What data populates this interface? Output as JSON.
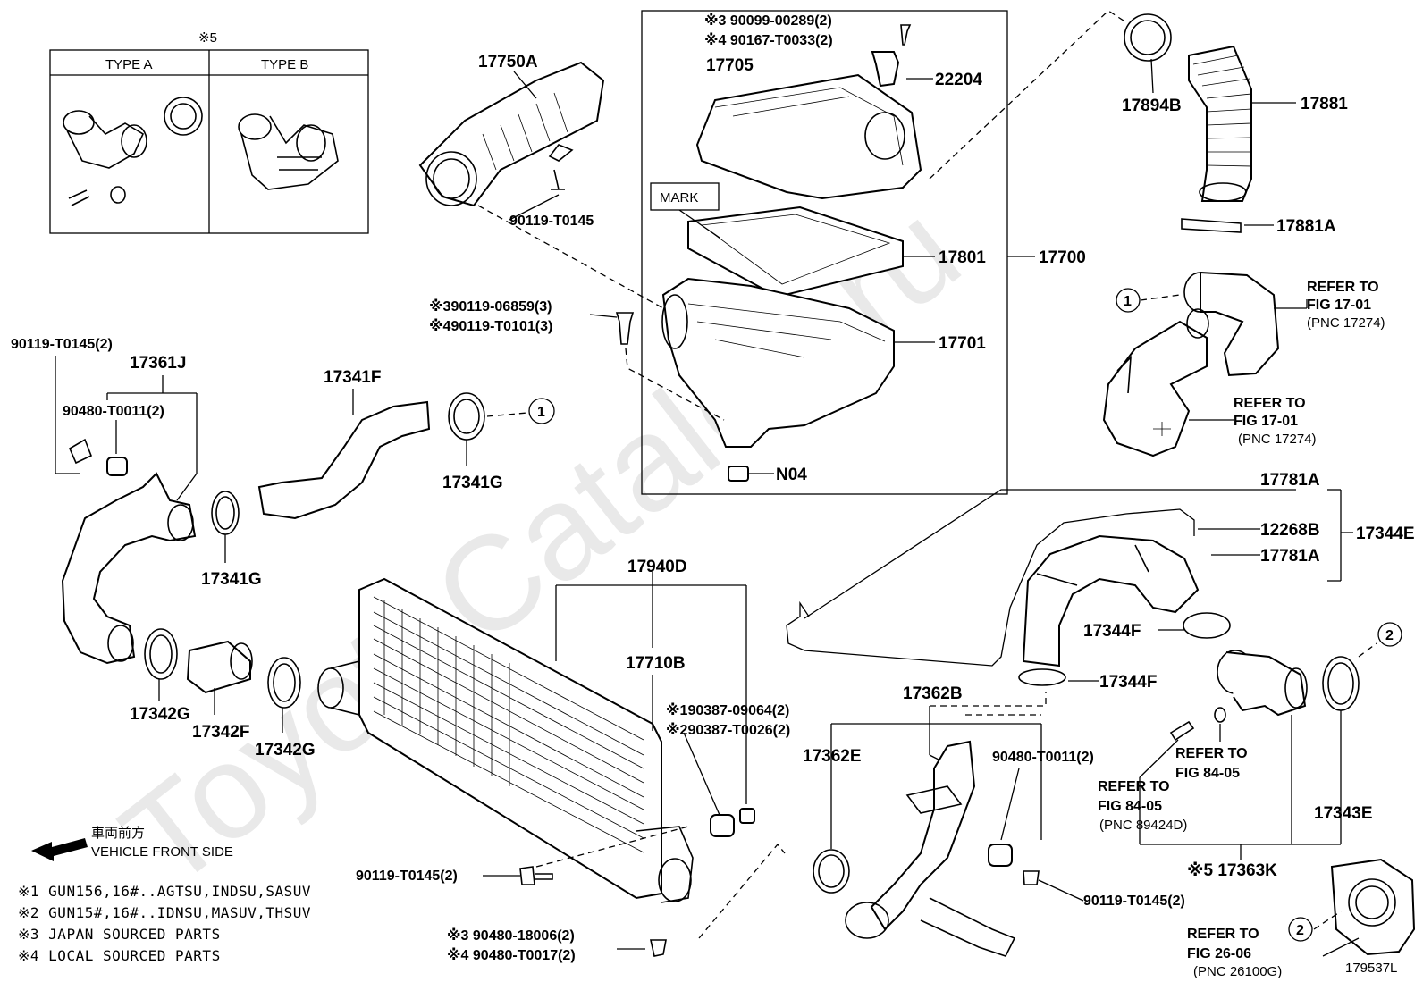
{
  "figure_code": "179537L",
  "type_table": {
    "header_mark": "※5",
    "type_a": "TYPE A",
    "type_b": "TYPE B"
  },
  "parts": {
    "p17750A": "17750A",
    "p90119_T0145_top": "90119-T0145",
    "p17705": "17705",
    "p90099_00289": "※3 90099-00289(2)",
    "p90167_T0033": "※4 90167-T0033(2)",
    "p22204": "22204",
    "mark": "MARK",
    "p17801": "17801",
    "p17700": "17700",
    "p17701": "17701",
    "pN04": "N04",
    "p90119_06859": "※390119-06859(3)",
    "p90119_T0101": "※490119-T0101(3)",
    "p17894B": "17894B",
    "p17881": "17881",
    "p17881A": "17881A",
    "refer_1701_a": "REFER TO",
    "refer_1701_a2": "FIG 17-01",
    "refer_1701_a3": "(PNC 17274)",
    "refer_1701_b": "REFER TO",
    "refer_1701_b2": "FIG 17-01",
    "refer_1701_b3": "(PNC 17274)",
    "p90119_T0145_2_left": "90119-T0145(2)",
    "p17361J": "17361J",
    "p90480_T0011_left": "90480-T0011(2)",
    "p17341F": "17341F",
    "p17341G_a": "17341G",
    "p17341G_b": "17341G",
    "p17781A_a": "17781A",
    "p12268B": "12268B",
    "p17344E": "17344E",
    "p17781A_b": "17781A",
    "p17940D": "17940D",
    "p17710B": "17710B",
    "p90387_09064": "※190387-09064(2)",
    "p90387_T0026": "※290387-T0026(2)",
    "p17344F_a": "17344F",
    "p17344F_b": "17344F",
    "p17362B": "17362B",
    "p17362E": "17362E",
    "p90480_T0011_right": "90480-T0011(2)",
    "p17342G_a": "17342G",
    "p17342F": "17342F",
    "p17342G_b": "17342G",
    "refer_8405_a": "REFER TO",
    "refer_8405_a2": "FIG 84-05",
    "refer_8405_b": "REFER TO",
    "refer_8405_b2": "FIG 84-05",
    "refer_8405_b3": "(PNC 89424D)",
    "p17343E": "17343E",
    "p17363K": "※5 17363K",
    "p90119_T0145_2_bot": "90119-T0145(2)",
    "p90119_T0145_2_right": "90119-T0145(2)",
    "p90480_18006": "※3 90480-18006(2)",
    "p90480_T0017": "※4 90480-T0017(2)",
    "refer_2606": "REFER TO",
    "refer_2606_2": "FIG 26-06",
    "refer_2606_3": "(PNC 26100G)"
  },
  "circle_refs": {
    "c1": "1",
    "c2": "2"
  },
  "front": {
    "jp": "車両前方",
    "en": "VEHICLE FRONT SIDE"
  },
  "notes": [
    "※1 GUN156,16#..AGTSU,INDSU,SASUV",
    "※2 GUN15#,16#..IDNSU,MASUV,THSUV",
    "※3 JAPAN SOURCED PARTS",
    "※4 LOCAL SOURCED PARTS"
  ],
  "watermark": "ToyotaCatalog.ru"
}
